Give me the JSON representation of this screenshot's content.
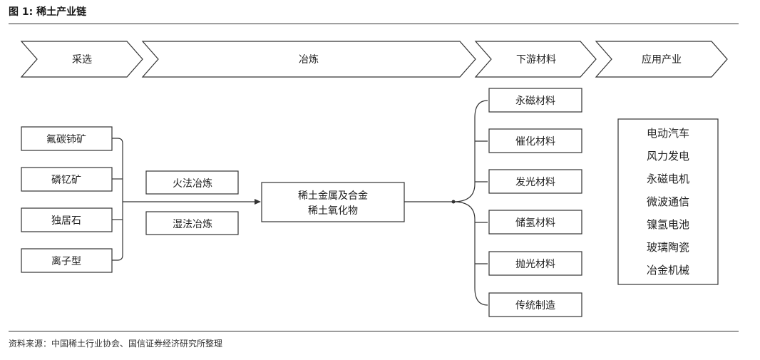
{
  "figure_title": "图 1: 稀土产业链",
  "source": "资料来源：中国稀土行业协会、国信证券经济研究所整理",
  "stages": [
    "采选",
    "冶炼",
    "下游材料",
    "应用产业"
  ],
  "ores": [
    "氟碳铈矿",
    "磷钇矿",
    "独居石",
    "离子型"
  ],
  "smelting": [
    "火法冶炼",
    "湿法冶炼"
  ],
  "products": [
    "稀土金属及合金",
    "稀土氧化物"
  ],
  "materials": [
    "永磁材料",
    "催化材料",
    "发光材料",
    "储氢材料",
    "抛光材料",
    "传统制造"
  ],
  "applications": [
    "电动汽车",
    "风力发电",
    "永磁电机",
    "微波通信",
    "镍氢电池",
    "玻璃陶瓷",
    "冶金机械"
  ],
  "colors": {
    "stroke": "#333333",
    "text": "#222222"
  }
}
